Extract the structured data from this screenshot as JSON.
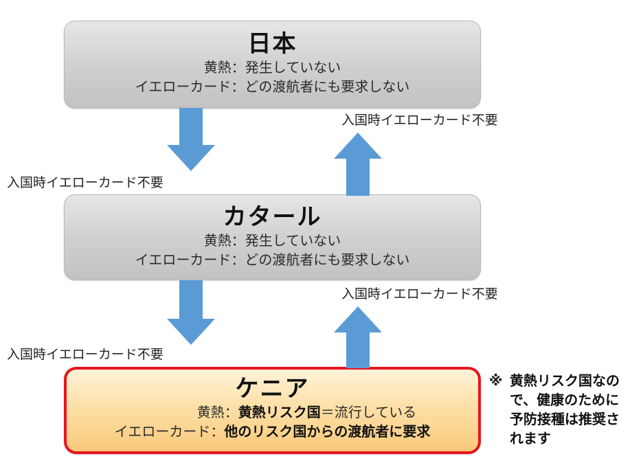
{
  "japan": {
    "title": "日本",
    "yf_label": "黄熱：",
    "yf_value": "発生していない",
    "card_label": "イエローカード：",
    "card_value": "どの渡航者にも要求しない"
  },
  "qatar": {
    "title": "カタール",
    "yf_label": "黄熱：",
    "yf_value": "発生していない",
    "card_label": "イエローカード：",
    "card_value": "どの渡航者にも要求しない"
  },
  "kenya": {
    "title": "ケニア",
    "yf_label": "黄熱：",
    "yf_value_bold": "黄熱リスク国",
    "yf_value_rest": "＝流行している",
    "card_label": "イエローカード：",
    "card_value": "他のリスク国からの渡航者に要求"
  },
  "arrows": {
    "japan_to_qatar_label": "入国時イエローカード不要",
    "qatar_to_japan_label": "入国時イエローカード不要",
    "qatar_to_kenya_label": "入国時イエローカード不要",
    "kenya_to_qatar_label": "入国時イエローカード不要"
  },
  "note": {
    "mark": "※",
    "text": "黄熱リスク国なので、健康のために予防接種は推奨されます"
  },
  "colors": {
    "arrow": "#5b9bd5",
    "kenya_border": "#e8141d",
    "kenya_fill": "#fde0a8",
    "gray_fill": "#d0d0d0"
  }
}
